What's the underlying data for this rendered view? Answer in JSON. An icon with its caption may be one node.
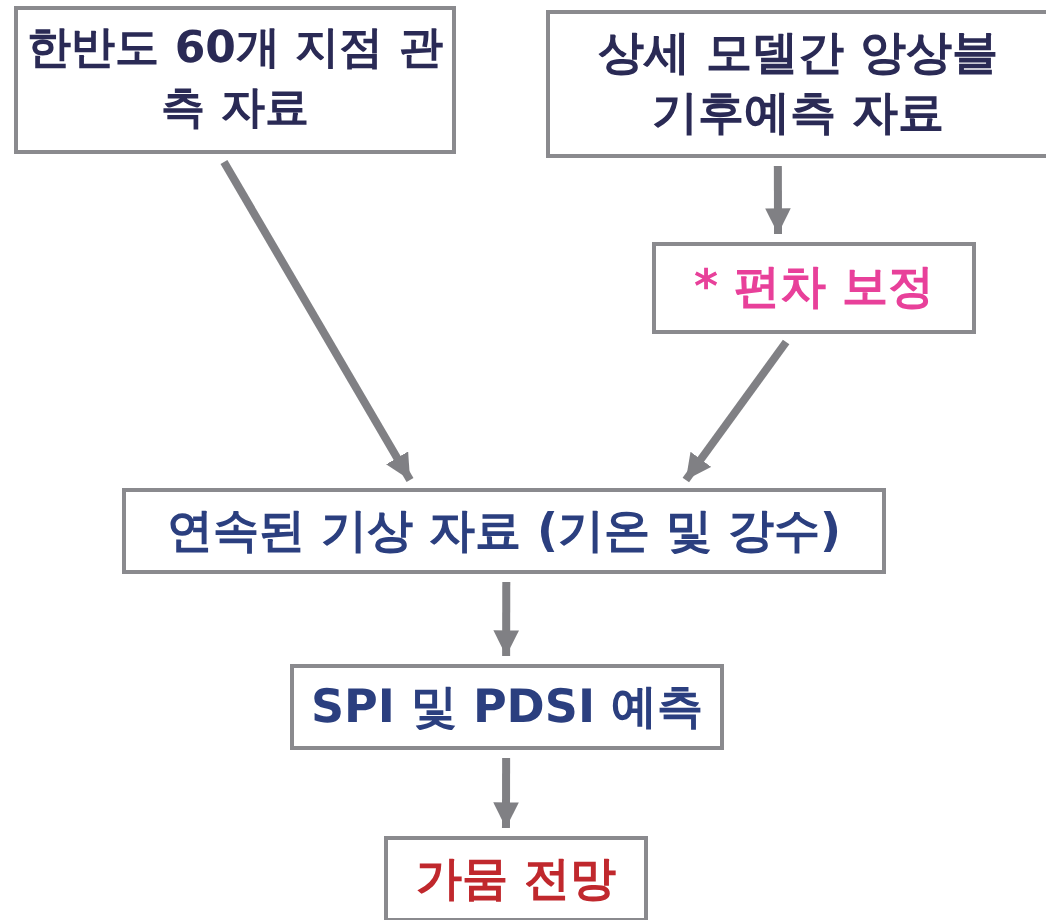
{
  "diagram": {
    "nodes": [
      {
        "text": [
          "한반도 60개 지점 관측 자료"
        ]
      },
      {
        "text": [
          "상세 모델간 앙상블 기후예측 자료"
        ]
      },
      {
        "text": [
          "* 편차 보정"
        ]
      },
      {
        "text": [
          "연속된 기상 자료 (기온 및 강수)"
        ]
      },
      {
        "text": [
          "SPI 및 PDSI 예측"
        ]
      },
      {
        "text": [
          "가뭄 전망"
        ]
      }
    ],
    "edges": [
      {
        "from": 0,
        "to": 3,
        "arrow": "to"
      },
      {
        "from": 1,
        "to": 2,
        "arrow": "to"
      },
      {
        "from": 2,
        "to": 3,
        "arrow": "to"
      },
      {
        "from": 3,
        "to": 4,
        "arrow": "to"
      },
      {
        "from": 4,
        "to": 5,
        "arrow": "to"
      }
    ]
  }
}
